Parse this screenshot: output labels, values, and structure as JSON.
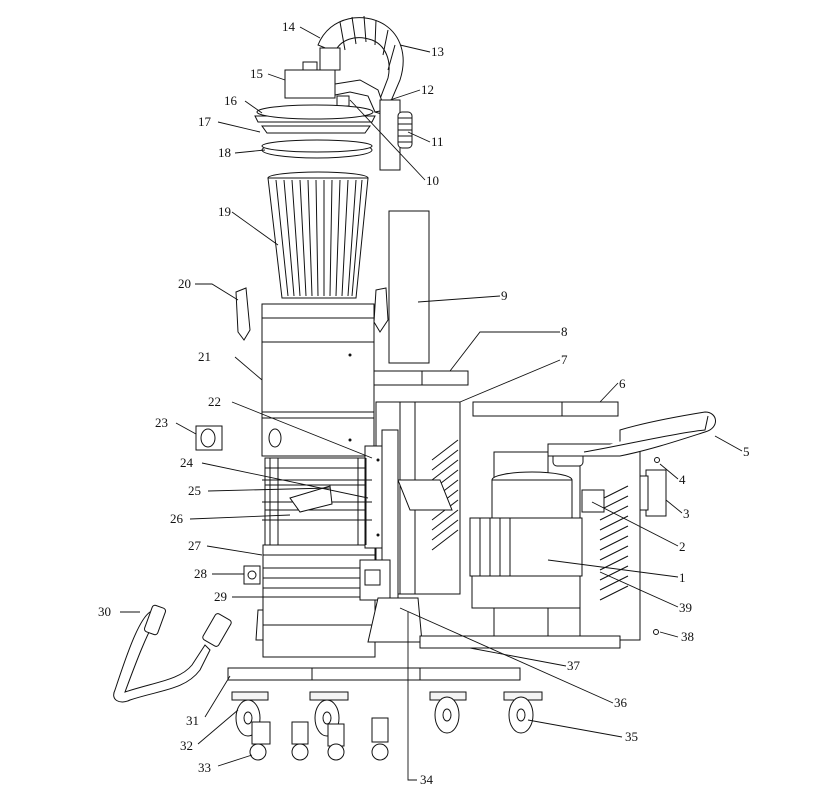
{
  "callouts": [
    {
      "n": "1"
    },
    {
      "n": "2"
    },
    {
      "n": "3"
    },
    {
      "n": "4"
    },
    {
      "n": "5"
    },
    {
      "n": "6"
    },
    {
      "n": "7"
    },
    {
      "n": "8"
    },
    {
      "n": "9"
    },
    {
      "n": "10"
    },
    {
      "n": "11"
    },
    {
      "n": "12"
    },
    {
      "n": "13"
    },
    {
      "n": "14"
    },
    {
      "n": "15"
    },
    {
      "n": "16"
    },
    {
      "n": "17"
    },
    {
      "n": "18"
    },
    {
      "n": "19"
    },
    {
      "n": "20"
    },
    {
      "n": "21"
    },
    {
      "n": "22"
    },
    {
      "n": "23"
    },
    {
      "n": "24"
    },
    {
      "n": "25"
    },
    {
      "n": "26"
    },
    {
      "n": "27"
    },
    {
      "n": "28"
    },
    {
      "n": "29"
    },
    {
      "n": "30"
    },
    {
      "n": "31"
    },
    {
      "n": "32"
    },
    {
      "n": "33"
    },
    {
      "n": "34"
    },
    {
      "n": "35"
    },
    {
      "n": "36"
    },
    {
      "n": "37"
    },
    {
      "n": "38"
    },
    {
      "n": "39"
    }
  ]
}
